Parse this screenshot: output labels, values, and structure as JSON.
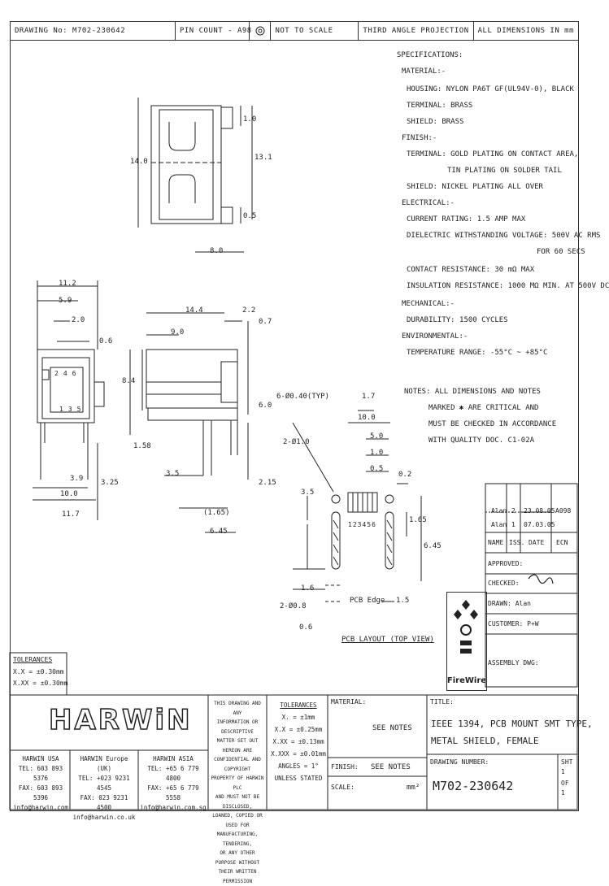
{
  "header": {
    "drawing_no": "DRAWING No: M702-230642",
    "pin_count": "PIN COUNT - A98",
    "scale": "NOT TO SCALE",
    "projection": "THIRD ANGLE PROJECTION",
    "units": "ALL DIMENSIONS IN mm"
  },
  "specs": {
    "lines": [
      "SPECIFICATIONS:",
      "MATERIAL:-",
      "HOUSING: NYLON PA6T GF(UL94V-0), BLACK",
      "TERMINAL: BRASS",
      "SHIELD: BRASS",
      "FINISH:-",
      "TERMINAL: GOLD PLATING ON CONTACT AREA,",
      "TIN PLATING ON SOLDER TAIL",
      "SHIELD: NICKEL PLATING ALL OVER",
      "ELECTRICAL:-",
      "CURRENT RATING: 1.5 AMP MAX",
      "DIELECTRIC WITHSTANDING VOLTAGE: 500V AC RMS",
      "FOR 60 SECS",
      "CONTACT RESISTANCE: 30 mΩ MAX",
      "INSULATION RESISTANCE: 1000 MΩ MIN. AT 500V DC",
      "MECHANICAL:-",
      "DURABILITY: 1500 CYCLES",
      "ENVIRONMENTAL:-",
      "TEMPERATURE RANGE: -55°C ~ +85°C"
    ]
  },
  "notes": [
    "NOTES: ALL DIMENSIONS AND NOTES",
    "MARKED ✱ ARE CRITICAL AND",
    "MUST BE CHECKED IN ACCORDANCE",
    "WITH QUALITY DOC. C1-02A"
  ],
  "dimensions": {
    "top_view": [
      "1.0",
      "13.1",
      "14.0",
      "0.5",
      "8.0"
    ],
    "front_view": [
      "11.2",
      "5.9",
      "2.0",
      "0.6",
      "3.9",
      "3.25",
      "10.0",
      "11.7"
    ],
    "front_pins_top": [
      "2",
      "4",
      "6"
    ],
    "front_pins_bottom": [
      "1",
      "3",
      "5"
    ],
    "side_view": [
      "14.4",
      "2.2",
      "9.0",
      "0.7",
      "8.4",
      "1.58",
      "3.5",
      "(1.65)",
      "6.45",
      "6.0",
      "2.15"
    ],
    "pcb": [
      "6-Ø0.40(TYP)",
      "1.7",
      "10.0",
      "5.0",
      "1.0",
      "0.5",
      "0.2",
      "2-Ø1.0",
      "3.5",
      "1.65",
      "6.45",
      "1.6",
      "2-Ø0.8",
      "PCB Edge",
      "1.5",
      "0.6",
      "123456"
    ]
  },
  "pcb_title": "PCB LAYOUT (TOP VIEW)",
  "revisions": {
    "rows": [
      [
        "Alan",
        "2",
        "23.08.05",
        "A098"
      ],
      [
        "Alan",
        "1",
        "07.03.05",
        ""
      ]
    ],
    "headers": [
      "NAME",
      "ISS.",
      "DATE",
      "ECN"
    ]
  },
  "signoff": {
    "approved": "APPROVED:",
    "checked": "CHECKED:",
    "drawn": "DRAWN: Alan",
    "customer": "CUSTOMER: P+W",
    "assembly": "ASSEMBLY DWG:"
  },
  "tolerances_left": {
    "title": "TOLERANCES",
    "l1": "X.X = ±0.30mm",
    "l2": "X.XX = ±0.30mm"
  },
  "title_block": {
    "logo": "HARWiN",
    "copyright": [
      "THIS DRAWING AND ANY",
      "INFORMATION OR DESCRIPTIVE",
      "MATTER SET OUT HEREON ARE",
      "CONFIDENTIAL AND COPYRIGHT",
      "PROPERTY OF HARWIN PLC",
      "AND MUST NOT BE DISCLOSED,",
      "LOANED, COPIED OR USED FOR",
      "MANUFACTURING, TENDERING,",
      "OR ANY OTHER PURPOSE WITHOUT",
      "THEIR WRITTEN PERMISSION"
    ],
    "tol_title": "TOLERANCES",
    "tol_lines": [
      "X. = ±1mm",
      "X.X = ±0.25mm",
      "X.XX = ±0.13mm",
      "X.XXX = ±0.01mm",
      "ANGLES = 1°",
      "UNLESS STATED"
    ],
    "material_label": "MATERIAL:",
    "material_value": "SEE NOTES",
    "finish_label": "FINISH:",
    "finish_value": "SEE NOTES",
    "scale_label": "SCALE:",
    "scale_value": "mm²",
    "title_label": "TITLE:",
    "title_lines": [
      "IEEE 1394, PCB MOUNT SMT TYPE,",
      "METAL SHIELD, FEMALE"
    ],
    "dwg_label": "DRAWING NUMBER:",
    "dwg_value": "M702-230642",
    "sht_label": "SHT",
    "sht_value": "1",
    "of_label": "OF",
    "of_value": "1",
    "usa": [
      "HARWIN USA",
      "TEL: 603 893 5376",
      "FAX: 603 893 5396",
      "info@harwin.com"
    ],
    "europe": [
      "HARWIN Europe (UK)",
      "TEL: +023 9231 4545",
      "FAX: 023 9231 4500",
      "info@harwin.co.uk"
    ],
    "asia": [
      "HARWIN ASIA",
      "TEL: +65 6 779 4800",
      "FAX: +65 6 779 5558",
      "info@harwin.com.sg"
    ]
  },
  "firewire_label": "FireWire"
}
